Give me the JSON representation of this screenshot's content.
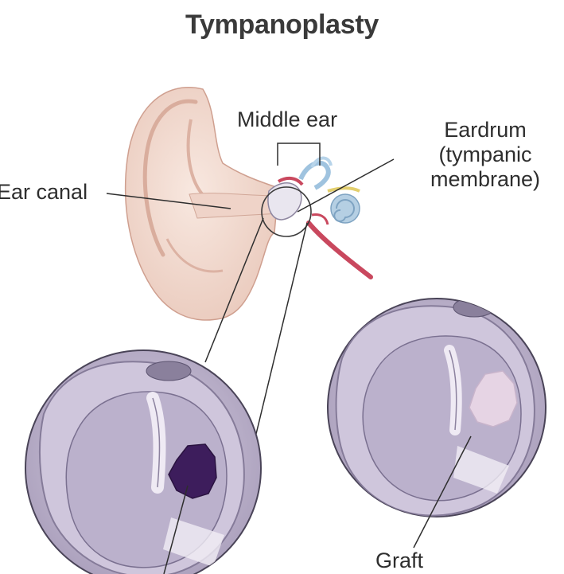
{
  "title": "Tympanoplasty",
  "labels": {
    "middle_ear": "Middle ear",
    "eardrum_line1": "Eardrum",
    "eardrum_line2": "(tympanic",
    "eardrum_line3": "membrane)",
    "ear_canal": "Ear canal",
    "graft": "Graft"
  },
  "colors": {
    "skin": "#f4ddd3",
    "skin_shadow": "#e2bfb1",
    "membrane": "#bdb3cf",
    "membrane_light": "#ddd6e6",
    "perforation": "#3d1d5c",
    "graft": "#e6d4e4",
    "nerve_red": "#c9485e",
    "cochlea_blue": "#9fc3df"
  }
}
